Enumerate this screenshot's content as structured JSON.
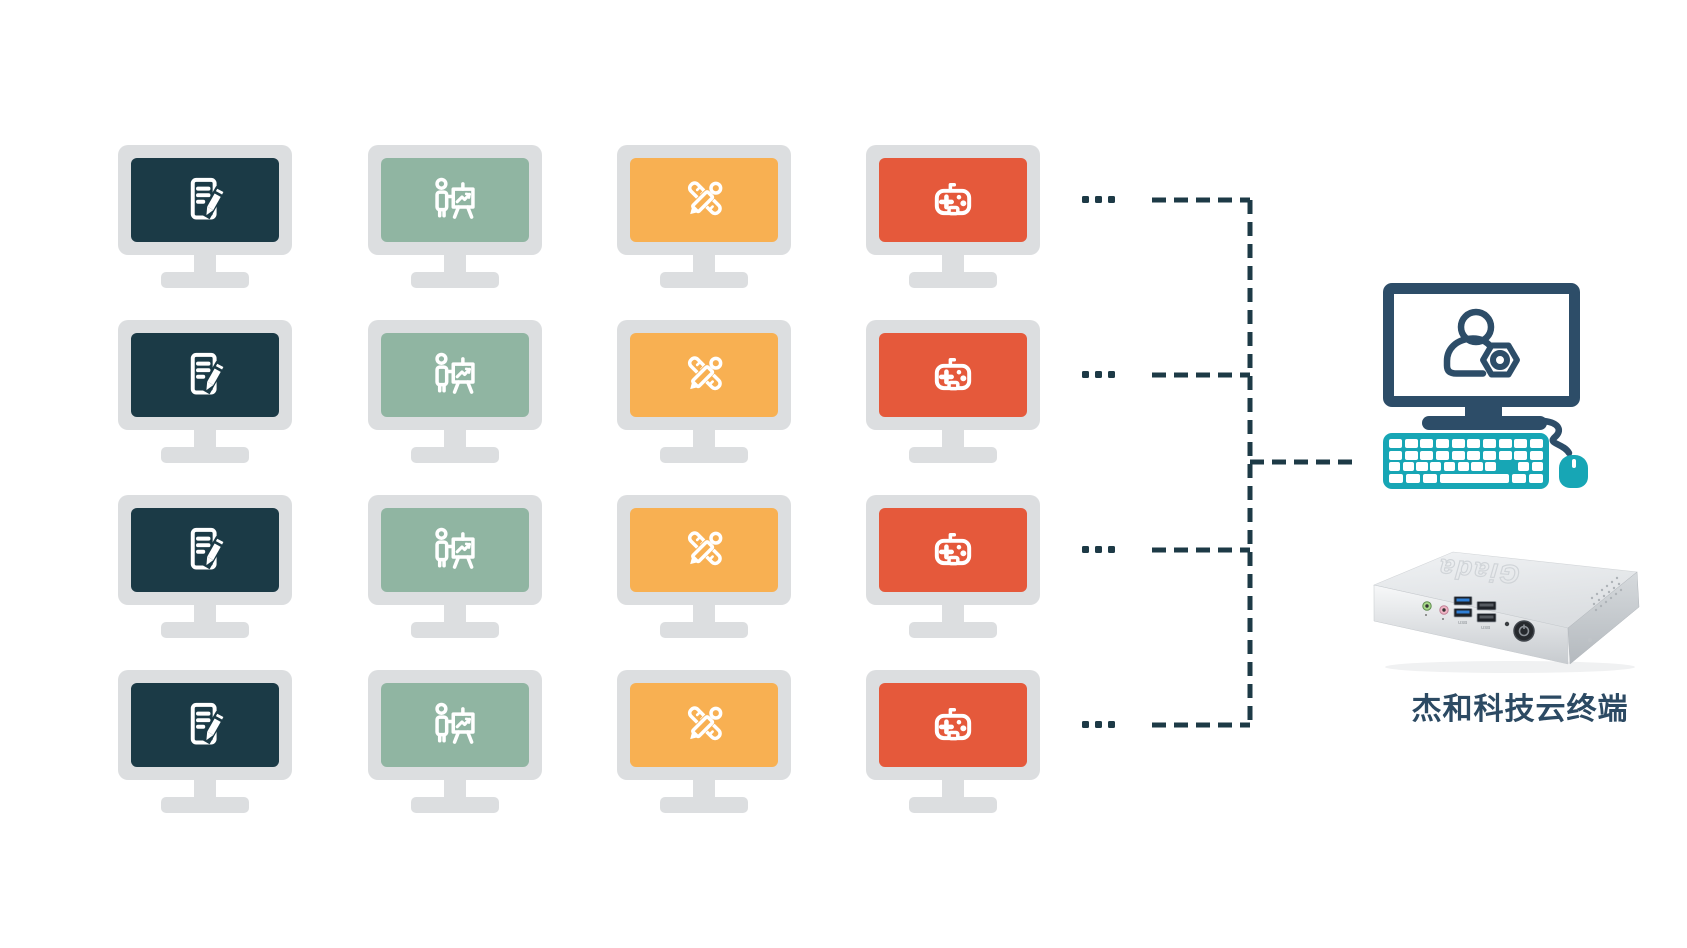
{
  "colors": {
    "background": "#ffffff",
    "monitor_bezel": "#dcdee0",
    "connector_navy": "#1d3a46",
    "host_navy": "#2d4d68",
    "host_teal": "#17a6b5",
    "screen_documents": "#1b3a46",
    "screen_presentation": "#90b5a2",
    "screen_design": "#f8b052",
    "screen_gaming": "#e5593b",
    "caption_color": "#2c4a63"
  },
  "grid": {
    "rows": 4,
    "columns": [
      {
        "id": "documents",
        "icon": "document-edit-icon",
        "screen_color": "#1b3a46"
      },
      {
        "id": "presentation",
        "icon": "presentation-chart-icon",
        "screen_color": "#90b5a2"
      },
      {
        "id": "design",
        "icon": "ruler-pencil-icon",
        "screen_color": "#f8b052"
      },
      {
        "id": "gaming",
        "icon": "gamepad-icon",
        "screen_color": "#e5593b"
      }
    ]
  },
  "connector": {
    "ellipsis": "...",
    "rows": 4
  },
  "host": {
    "monitor_icon": "user-gear-icon",
    "keyboard_rows": [
      [
        1,
        1,
        1,
        1,
        1,
        1,
        1,
        1,
        1,
        1
      ],
      [
        1,
        1,
        1,
        1,
        1,
        1,
        1,
        1,
        1,
        1
      ],
      [
        1,
        1,
        1,
        1,
        1,
        1,
        1,
        1,
        -1.5,
        1,
        1
      ],
      [
        1,
        1,
        1,
        4.8,
        1,
        1
      ]
    ],
    "usb_label": "USB",
    "device_logo": "Giada",
    "caption": "杰和科技云终端"
  }
}
